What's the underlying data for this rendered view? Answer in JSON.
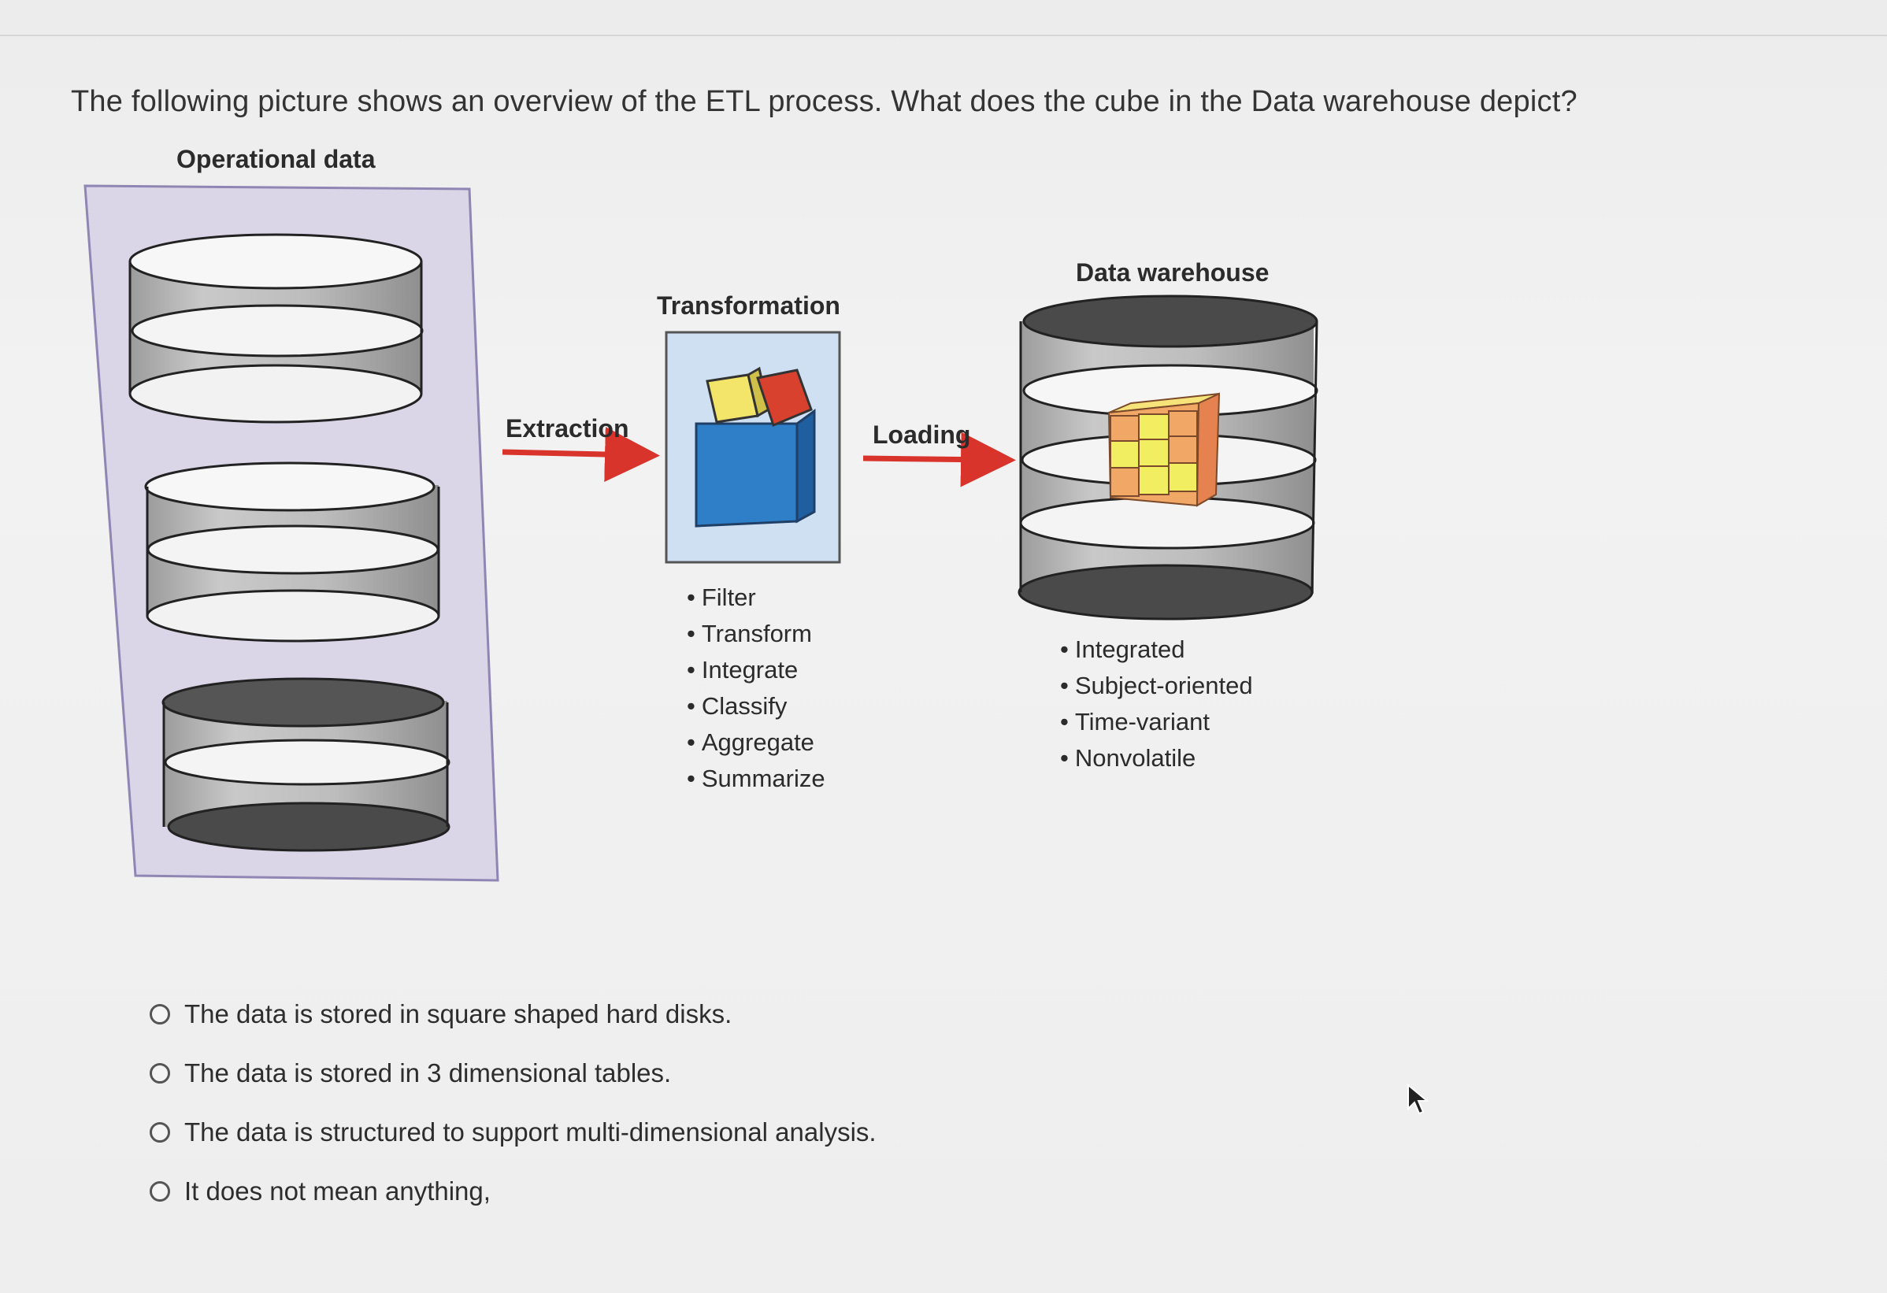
{
  "question": {
    "text": "The following picture shows an overview of the ETL process. What does the cube in the Data warehouse depict?"
  },
  "diagram": {
    "operational_label": "Operational data",
    "extraction_label": "Extraction",
    "transformation_label": "Transformation",
    "loading_label": "Loading",
    "warehouse_label": "Data warehouse",
    "transformation_steps": [
      "Filter",
      "Transform",
      "Integrate",
      "Classify",
      "Aggregate",
      "Summarize"
    ],
    "warehouse_properties": [
      "Integrated",
      "Subject-oriented",
      "Time-variant",
      "Nonvolatile"
    ]
  },
  "options": [
    {
      "label": "The data is stored in square shaped hard disks.",
      "selected": false
    },
    {
      "label": "The data is stored in 3 dimensional tables.",
      "selected": false
    },
    {
      "label": "The data is structured to support multi-dimensional analysis.",
      "selected": false
    },
    {
      "label": "It does not mean anything,",
      "selected": false
    }
  ],
  "colors": {
    "arrow": "#d9342b",
    "panel": "#dcd8ea",
    "transform_box": "#cfe0f3",
    "cube_blue": "#2f7fc8"
  }
}
